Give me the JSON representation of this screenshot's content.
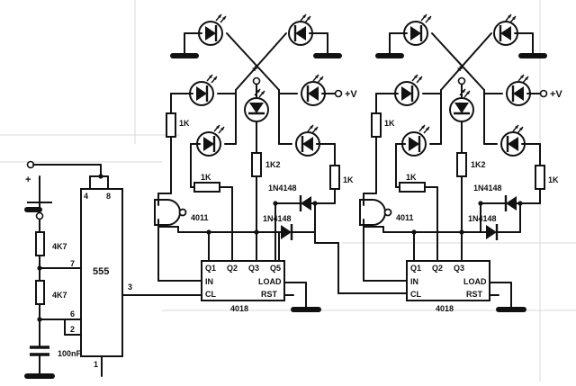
{
  "timer": {
    "name": "555",
    "pins": {
      "p4": "4",
      "p8": "8",
      "p7": "7",
      "p6": "6",
      "p2": "2",
      "p1": "1",
      "p3": "3"
    }
  },
  "components": {
    "r_top": "4K7",
    "r_bottom": "4K7",
    "cap": "100nF",
    "plus": "+"
  },
  "stages": [
    {
      "gate": "4011",
      "r_gate": "1K",
      "r_q2": "1K",
      "r_center": "1K2",
      "r_right": "1K",
      "diode_upper": "1N4148",
      "diode_lower": "1N4148",
      "supply": "+V",
      "plus": "+",
      "counter": {
        "name": "4018",
        "q1": "Q1",
        "q2": "Q2",
        "q3": "Q3",
        "q5": "Q5",
        "in": "IN",
        "cl": "CL",
        "load": "LOAD",
        "rst": "RST"
      }
    },
    {
      "gate": "4011",
      "r_gate": "1K",
      "r_q2": "1K",
      "r_center": "1K2",
      "r_right": "1K",
      "diode_upper": "1N4148",
      "diode_lower": "1N4148",
      "supply": "+V",
      "plus": "+",
      "counter": {
        "name": "4018",
        "q1": "Q1",
        "q2": "Q2",
        "q3": "Q3",
        "q5": "",
        "in": "IN",
        "cl": "CL",
        "load": "LOAD",
        "rst": "RST"
      }
    }
  ]
}
